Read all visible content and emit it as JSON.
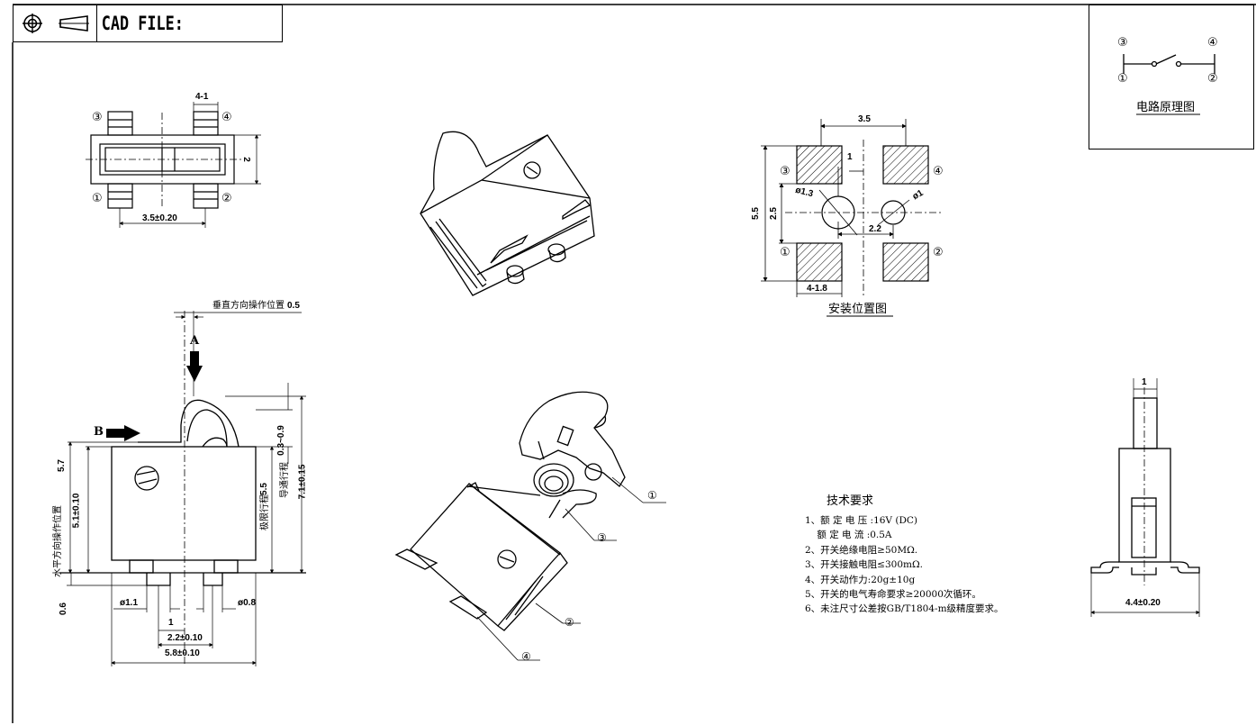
{
  "title_block": {
    "cad_label": "CAD FILE:"
  },
  "schematic": {
    "terminals": [
      "③",
      "④",
      "①",
      "②"
    ],
    "caption": "电路原理图"
  },
  "top_view": {
    "dim_width": "3.5±0.20",
    "dim_pad": "4-1",
    "dim_height": "2",
    "terminals": [
      "③",
      "④",
      "①",
      "②"
    ]
  },
  "mount_pattern": {
    "dim_35": "3.5",
    "dim_1": "1",
    "dim_phi13": "ø1.3",
    "dim_phi1": "ø1",
    "dim_55": "5.5",
    "dim_25": "2.5",
    "dim_22": "2.2",
    "dim_418": "4-1.8",
    "terminals": [
      "③",
      "④",
      "①",
      "②"
    ],
    "caption": "安装位置图"
  },
  "front_view": {
    "vertical_op": "垂直方向操作位置",
    "vertical_op_val": "0.5",
    "arrow_a": "A",
    "arrow_b": "B",
    "dim_57": "5.7",
    "horizontal_op": "水平方向操作位置",
    "dim_51": "5.1±0.10",
    "limit_travel": "极限行程",
    "dim_limit": "5.5",
    "guide_travel": "导通行程",
    "dim_guide": "0.3~0.9",
    "dim_71": "7.1±0.15",
    "dim_06": "0.6",
    "dim_phi11": "ø1.1",
    "dim_phi08": "ø0.8",
    "dim_1": "1",
    "dim_22": "2.2±0.10",
    "dim_58": "5.8±0.10"
  },
  "exploded": {
    "callouts": [
      "①",
      "③",
      "②",
      "④"
    ]
  },
  "side_view": {
    "dim_1": "1",
    "dim_44": "4.4±0.20"
  },
  "requirements": {
    "title": "技术要求",
    "lines": [
      "1、额 定 电 压 :16V (DC)",
      "    额 定 电 流 :0.5A",
      "2、开关绝缘电阻≥50MΩ.",
      "3、开关接触电阻≤300mΩ.",
      "4、开关动作力:20g±10g",
      "5、开关的电气寿命要求≥20000次循环。",
      "6、未注尺寸公差按GB/T1804-m级精度要求。"
    ]
  }
}
